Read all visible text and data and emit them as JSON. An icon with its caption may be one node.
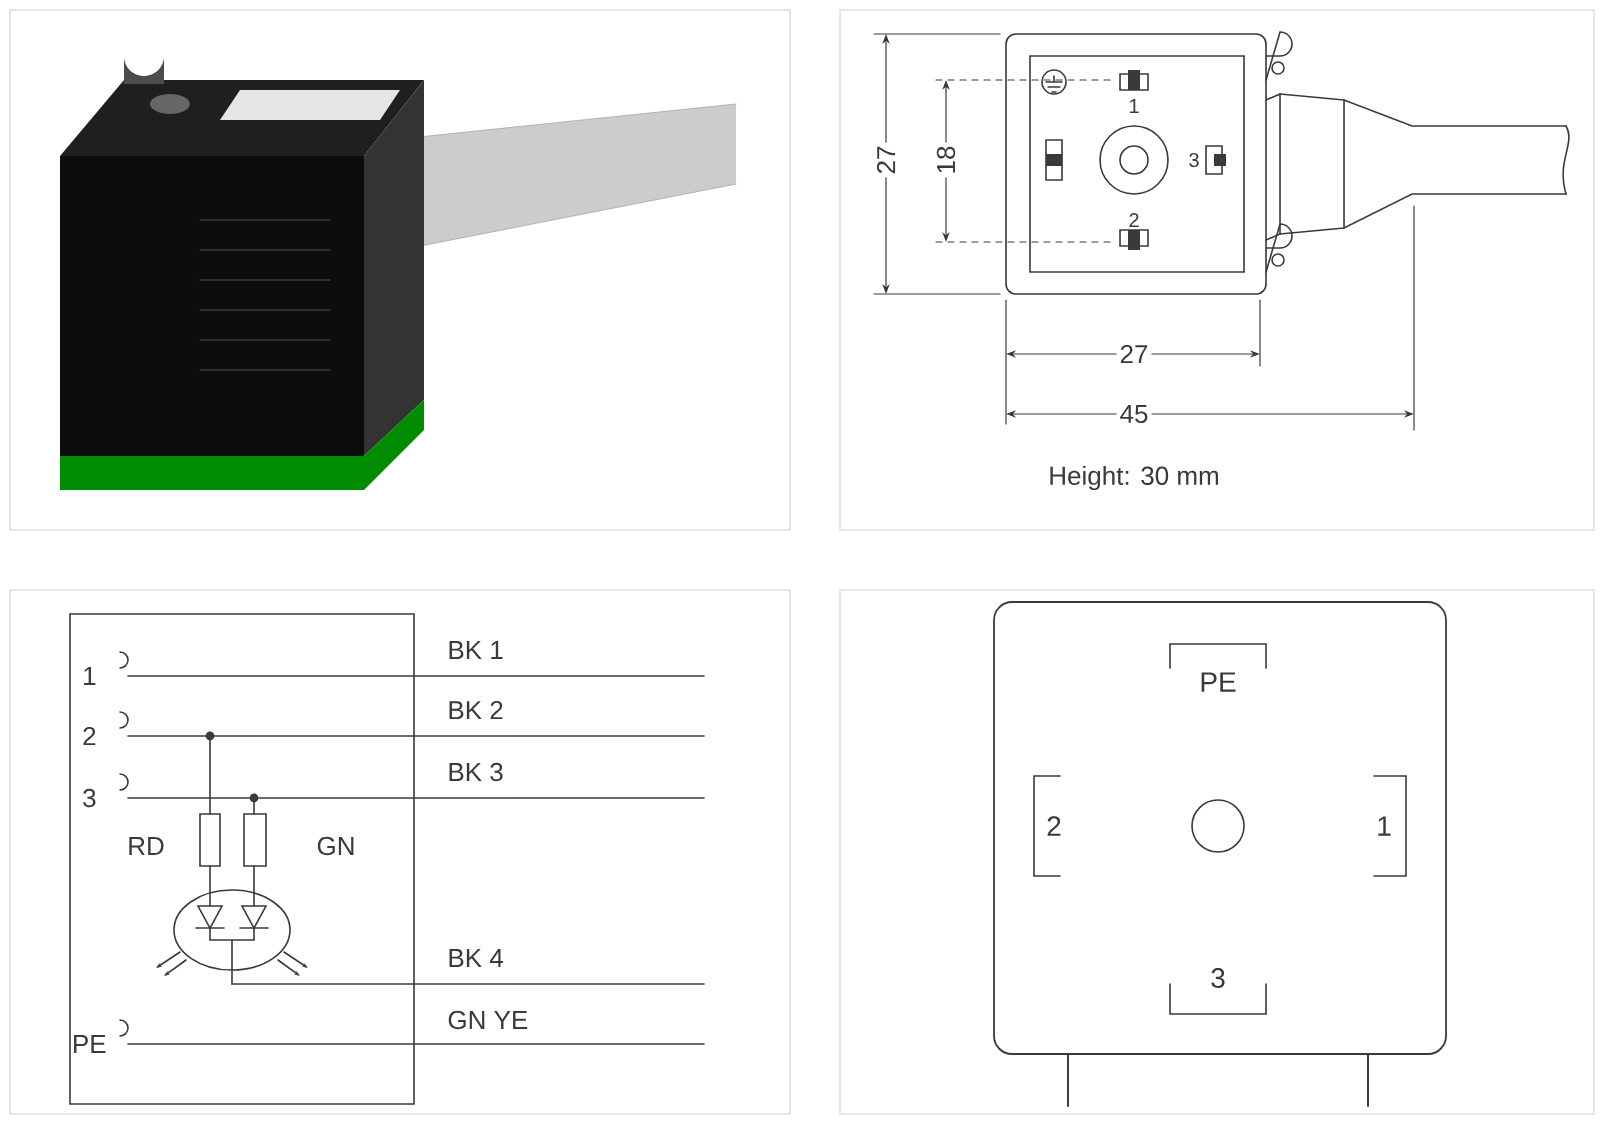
{
  "diagram": {
    "labels": [
      "27",
      "18",
      "1",
      "3",
      "2",
      "27",
      "45",
      "Height: 30 mm",
      "1",
      "BK 1",
      "2",
      "BK 2",
      "3",
      "BK 3",
      "RD",
      "GN",
      "BK 4",
      "PE",
      "GN YE",
      "PE",
      "2",
      "1",
      "3"
    ]
  }
}
